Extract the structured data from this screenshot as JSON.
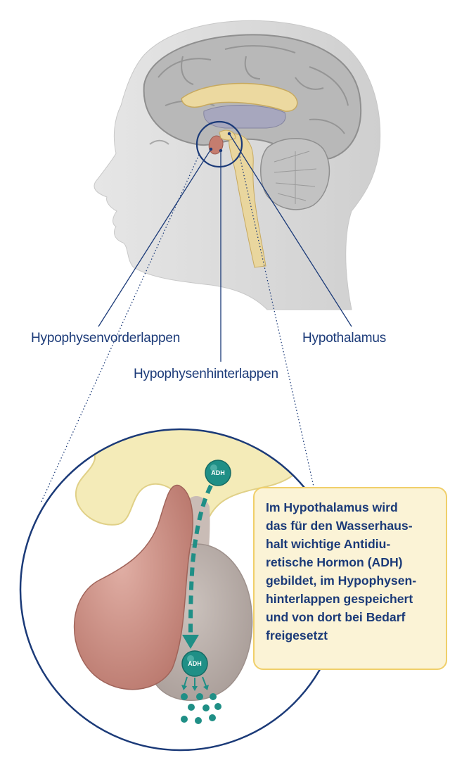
{
  "labels": {
    "vorderlappen": "Hypophysenvorderlappen",
    "hinterlappen": "Hypophysenhinterlappen",
    "hypothalamus": "Hypothalamus"
  },
  "info_box": {
    "lines": [
      "Im Hypothalamus wird",
      "das für den Wasserhaus-",
      "halt wichtige Antidiu-",
      "retische Hormon (ADH)",
      "gebildet, im Hypophysen-",
      "hinterlappen gespeichert",
      "und von dort bei Bedarf",
      "freigesetzt"
    ]
  },
  "molecules": {
    "top": "ADH",
    "bottom": "ADH"
  },
  "colors": {
    "label_text": "#1b3a78",
    "leader_line": "#1b3a78",
    "box_fill": "#fbf3d6",
    "box_border": "#f0cf6a",
    "molecule": "#1f8f86",
    "hypothalamus": "#f4ebb8",
    "anterior_lobe": "#c98a80",
    "posterior_lobe": "#b7aca8",
    "head": "#d6d6d6"
  }
}
